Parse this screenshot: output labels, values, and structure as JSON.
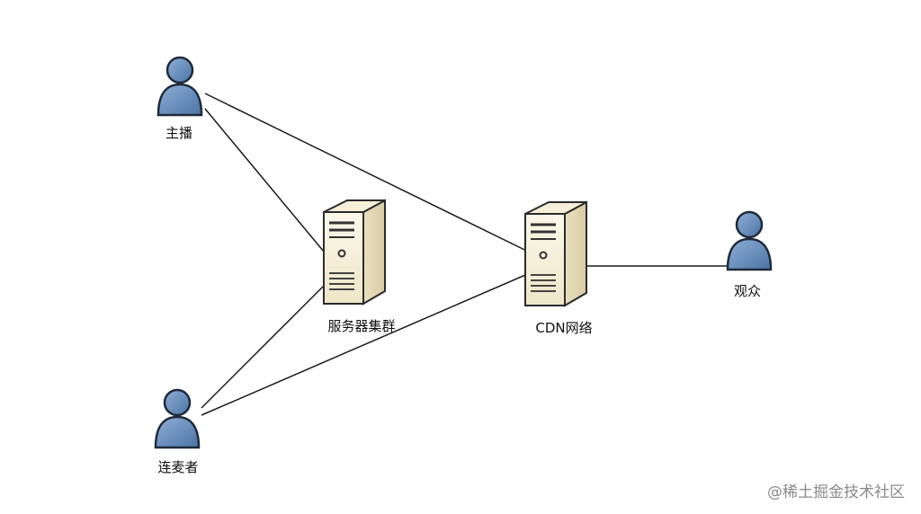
{
  "nodes": {
    "anchor": {
      "label": "主播"
    },
    "cohost": {
      "label": "连麦者"
    },
    "server_cluster": {
      "label": "服务器集群"
    },
    "cdn": {
      "label": "CDN网络"
    },
    "audience": {
      "label": "观众"
    }
  },
  "watermark": "@稀土掘金技术社区",
  "colors": {
    "person_fill": "#5e86b7",
    "person_stroke": "#1f2a3a",
    "server_front": "#f7f2de",
    "server_side": "#e7dcbc",
    "server_stroke": "#2b2b2b",
    "edge": "#1a1a1a"
  }
}
